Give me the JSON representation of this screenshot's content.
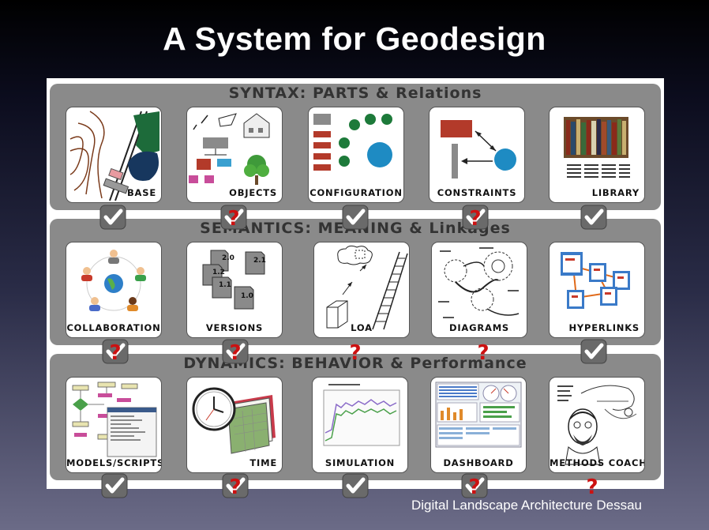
{
  "title": "A System for Geodesign",
  "footer": "Digital Landscape Architecture Dessau",
  "colors": {
    "check": "#ffffff",
    "question": "#cc1111",
    "band": "#8a8a8a"
  },
  "sections": [
    {
      "title": "SYNTAX: PARTS & Relations",
      "cards": [
        {
          "label": "BASE",
          "icon": "map-icon",
          "status": "check"
        },
        {
          "label": "OBJECTS",
          "icon": "objects-icon",
          "status": "question"
        },
        {
          "label": "CONFIGURATION",
          "icon": "configuration-icon",
          "status": "check"
        },
        {
          "label": "CONSTRAINTS",
          "icon": "constraints-icon",
          "status": "question"
        },
        {
          "label": "LIBRARY",
          "icon": "bookshelf-icon",
          "status": "check"
        }
      ]
    },
    {
      "title": "SEMANTICS: MEANING & Linkages",
      "cards": [
        {
          "label": "COLLABORATION",
          "icon": "people-globe-icon",
          "status": "question"
        },
        {
          "label": "VERSIONS",
          "icon": "versions-icon",
          "status": "question"
        },
        {
          "label": "LOA",
          "icon": "ladder-icon",
          "status": "question"
        },
        {
          "label": "DIAGRAMS",
          "icon": "sketch-icon",
          "status": "question"
        },
        {
          "label": "HYPERLINKS",
          "icon": "hyperlinks-icon",
          "status": "check"
        }
      ]
    },
    {
      "title": "DYNAMICS: BEHAVIOR & Performance",
      "cards": [
        {
          "label": "MODELS/SCRIPTS",
          "icon": "flowchart-icon",
          "status": "check"
        },
        {
          "label": "TIME",
          "icon": "clock-calendar-icon",
          "status": "question"
        },
        {
          "label": "SIMULATION",
          "icon": "graph-icon",
          "status": "check"
        },
        {
          "label": "DASHBOARD",
          "icon": "dashboard-icon",
          "status": "question"
        },
        {
          "label": "METHODS COACH",
          "icon": "coach-icon",
          "status": "question"
        }
      ]
    }
  ],
  "versions": [
    "2.0",
    "2.1",
    "1.2",
    "1.1",
    "1.0"
  ]
}
